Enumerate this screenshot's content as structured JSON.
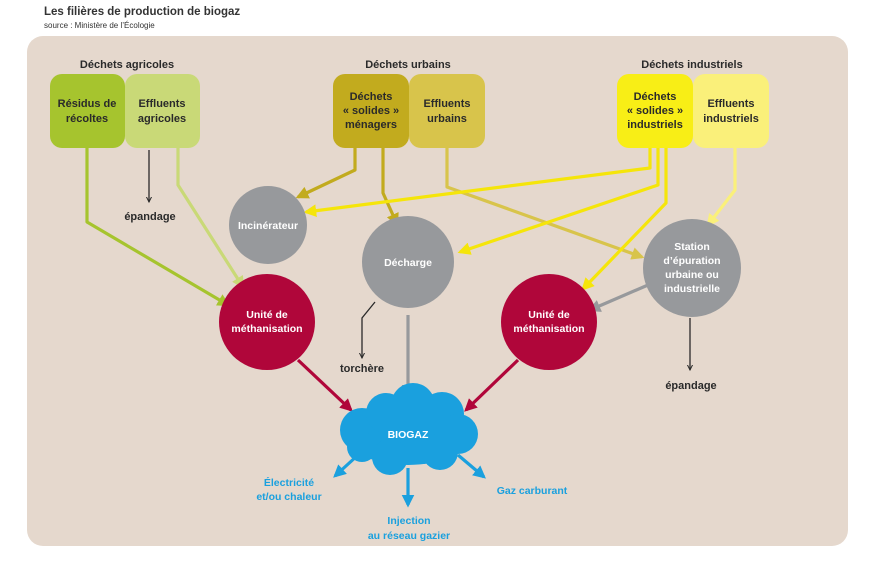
{
  "header": {
    "title": "Les filières de production de biogaz",
    "source": "source : Ministère de l’Écologie"
  },
  "categories": {
    "agricoles": "Déchets agricoles",
    "urbains": "Déchets urbains",
    "industriels": "Déchets industriels"
  },
  "boxes": {
    "residus": [
      "Résidus de",
      "récoltes"
    ],
    "effluents_agricoles": [
      "Effluents",
      "agricoles"
    ],
    "solides_menagers": [
      "Déchets",
      "« solides »",
      "ménagers"
    ],
    "effluents_urbains": [
      "Effluents",
      "urbains"
    ],
    "solides_industriels": [
      "Déchets",
      "« solides »",
      "industriels"
    ],
    "effluents_industriels": [
      "Effluents",
      "industriels"
    ]
  },
  "nodes": {
    "incinerateur": "Incinérateur",
    "decharge": "Décharge",
    "station": [
      "Station",
      "d’épuration",
      "urbaine ou",
      "industrielle"
    ],
    "methanisation_left": [
      "Unité de",
      "méthanisation"
    ],
    "methanisation_right": [
      "Unité de",
      "méthanisation"
    ],
    "biogaz": "BIOGAZ"
  },
  "outputs": {
    "epandage_left": "épandage",
    "epandage_right": "épandage",
    "torchere": "torchère",
    "electricite": [
      "Électricité",
      "et/ou chaleur"
    ],
    "injection": [
      "Injection",
      "au réseau gazier"
    ],
    "gaz_carburant": "Gaz carburant"
  },
  "colors": {
    "panel_bg": "#e5d8cd",
    "agri_dark": "#a6c42e",
    "agri_light": "#c9d977",
    "urban_dark": "#c2ab1e",
    "urban_light": "#d8c44b",
    "indus_dark": "#f8ee16",
    "indus_light": "#faf07a",
    "grey": "#97999c",
    "crimson": "#b0063a",
    "blue": "#1aa0de"
  }
}
